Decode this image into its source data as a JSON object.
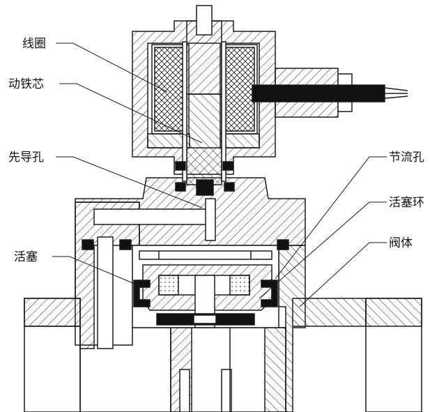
{
  "diagram": {
    "labels": {
      "coil": "线圈",
      "moving_core": "动铁芯",
      "pilot_hole": "先导孔",
      "piston": "活塞",
      "throttle_hole": "节流孔",
      "piston_ring": "活塞环",
      "valve_body": "阀体"
    },
    "colors": {
      "line": "#1a1a1a",
      "seal": "#111111",
      "hatch": "#222222",
      "background": "#ffffff"
    }
  }
}
